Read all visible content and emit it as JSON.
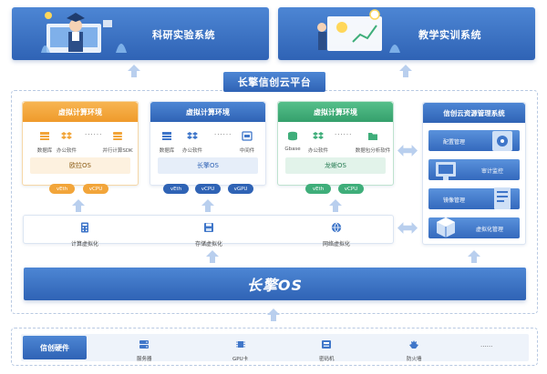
{
  "top": {
    "research_label": "科研实验系统",
    "teaching_label": "教学实训系统"
  },
  "platform": {
    "title": "长擎信创云平台"
  },
  "envs": [
    {
      "title": "虚拟计算环境",
      "apps": [
        "数据库",
        "办公软件",
        "并行计算SDK"
      ],
      "dots": "......",
      "os": "欧拉OS",
      "tags": [
        "vEth",
        "vCPU"
      ],
      "accent": "#f2a53a"
    },
    {
      "title": "虚拟计算环境",
      "apps": [
        "数据库",
        "办公软件",
        "中间件"
      ],
      "dots": "......",
      "os": "长擎OS",
      "tags": [
        "vEth",
        "vCPU",
        "vGPU"
      ],
      "accent": "#3f76c9"
    },
    {
      "title": "虚拟计算环境",
      "apps": [
        "Gbase",
        "办公软件",
        "数据包分析软件"
      ],
      "dots": "......",
      "os": "龙蜥OS",
      "tags": [
        "vEth",
        "vCPU"
      ],
      "accent": "#3fae7a"
    }
  ],
  "virt": {
    "compute": "计算虚拟化",
    "storage": "存储虚拟化",
    "network": "网络虚拟化"
  },
  "mgmt": {
    "title": "信创云资源管理系统",
    "items": [
      "配置管理",
      "审计监控",
      "镜像管理",
      "虚拟化管理"
    ]
  },
  "os_bar": {
    "label": "长擎OS"
  },
  "hardware": {
    "title": "信创硬件",
    "items": [
      "服务器",
      "GPU卡",
      "密码机",
      "防火墙"
    ],
    "dots": "......"
  },
  "colors": {
    "primary": "#2f63b5",
    "orange": "#f2a53a",
    "green": "#3fae7a",
    "arrow": "#b9cfee"
  }
}
